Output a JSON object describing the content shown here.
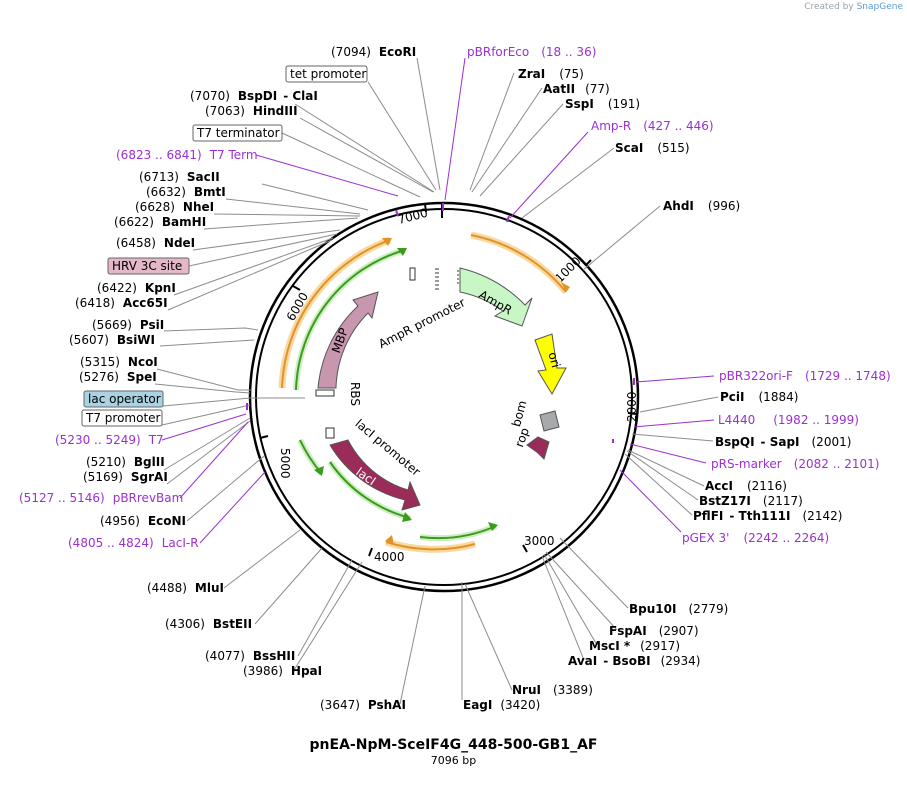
{
  "watermark": {
    "prefix": "Created by",
    "brand": "SnapGene"
  },
  "plasmid": {
    "name": "pnEA-NpM-SceIF4G_448-500-GB1_AF",
    "length_label": "7096 bp",
    "length": 7096
  },
  "ring_ticks": [
    "1000",
    "2000",
    "3000",
    "4000",
    "5000",
    "6000",
    "7000"
  ],
  "enzymes_left": [
    {
      "name": "EcoRI",
      "pos": "(7094)"
    },
    {
      "name": "BspDI",
      "extra": "- ClaI",
      "pos": "(7070)"
    },
    {
      "name": "HindIII",
      "pos": "(7063)"
    },
    {
      "name": "SacII",
      "pos": "(6713)"
    },
    {
      "name": "BmtI",
      "pos": "(6632)"
    },
    {
      "name": "NheI",
      "pos": "(6628)"
    },
    {
      "name": "BamHI",
      "pos": "(6622)"
    },
    {
      "name": "NdeI",
      "pos": "(6458)"
    },
    {
      "name": "KpnI",
      "pos": "(6422)"
    },
    {
      "name": "Acc65I",
      "pos": "(6418)"
    },
    {
      "name": "PsiI",
      "pos": "(5669)"
    },
    {
      "name": "BsiWI",
      "pos": "(5607)"
    },
    {
      "name": "NcoI",
      "pos": "(5315)"
    },
    {
      "name": "SpeI",
      "pos": "(5276)"
    },
    {
      "name": "BglII",
      "pos": "(5210)"
    },
    {
      "name": "SgrAI",
      "pos": "(5169)"
    },
    {
      "name": "EcoNI",
      "pos": "(4956)"
    },
    {
      "name": "MluI",
      "pos": "(4488)"
    },
    {
      "name": "BstEII",
      "pos": "(4306)"
    },
    {
      "name": "BssHII",
      "pos": "(4077)"
    },
    {
      "name": "HpaI",
      "pos": "(3986)"
    },
    {
      "name": "PshAI",
      "pos": "(3647)"
    },
    {
      "name": "EagI",
      "pos": "(3420)"
    }
  ],
  "enzymes_right": [
    {
      "name": "ZraI",
      "pos": "(75)"
    },
    {
      "name": "AatII",
      "pos": "(77)"
    },
    {
      "name": "SspI",
      "pos": "(191)"
    },
    {
      "name": "ScaI",
      "pos": "(515)"
    },
    {
      "name": "AhdI",
      "pos": "(996)"
    },
    {
      "name": "PciI",
      "pos": "(1884)"
    },
    {
      "name": "BspQI",
      "extra": "- SapI",
      "pos": "(2001)"
    },
    {
      "name": "AccI",
      "pos": "(2116)"
    },
    {
      "name": "BstZ17I",
      "pos": "(2117)"
    },
    {
      "name": "PflFI",
      "extra": "- Tth111I",
      "pos": "(2142)"
    },
    {
      "name": "Bpu10I",
      "pos": "(2779)"
    },
    {
      "name": "FspAI",
      "pos": "(2907)"
    },
    {
      "name": "MscI *",
      "pos": "(2917)"
    },
    {
      "name": "AvaI",
      "extra": "- BsoBI",
      "pos": "(2934)"
    },
    {
      "name": "NruI",
      "pos": "(3389)"
    }
  ],
  "primers": [
    {
      "name": "pBRforEco",
      "range": "(18 .. 36)"
    },
    {
      "name": "Amp-R",
      "range": "(427 .. 446)"
    },
    {
      "name": "pBR322ori-F",
      "range": "(1729 .. 1748)"
    },
    {
      "name": "L4440",
      "range": "(1982 .. 1999)"
    },
    {
      "name": "pRS-marker",
      "range": "(2082 .. 2101)"
    },
    {
      "name": "pGEX 3'",
      "range": "(2242 .. 2264)"
    },
    {
      "name": "T7 Term",
      "range": "(6823 .. 6841)"
    },
    {
      "name": "T7",
      "range": "(5230 .. 5249)"
    },
    {
      "name": "pBRrevBam",
      "range": "(5127 .. 5146)"
    },
    {
      "name": "LacI-R",
      "range": "(4805 .. 4824)"
    }
  ],
  "boxed_features": [
    {
      "name": "tet promoter",
      "fill": "#ffffff"
    },
    {
      "name": "T7 terminator",
      "fill": "#ffffff"
    },
    {
      "name": "HRV 3C site",
      "fill": "#e4b8c8"
    },
    {
      "name": "lac operator",
      "fill": "#a9d3e3"
    },
    {
      "name": "T7 promoter",
      "fill": "#ffffff"
    }
  ],
  "inner_features": [
    {
      "name": "AmpR promoter"
    },
    {
      "name": "AmpR",
      "color": "#c8f7c5"
    },
    {
      "name": "ori",
      "color": "#ffff00"
    },
    {
      "name": "bom",
      "color": "#a7a9ac"
    },
    {
      "name": "rop",
      "color": "#9b2c5a"
    },
    {
      "name": "lacI promoter"
    },
    {
      "name": "lacI",
      "color": "#9b2c5a"
    },
    {
      "name": "MBP",
      "color": "#c996b0"
    },
    {
      "name": "RBS"
    }
  ],
  "colors": {
    "primer": "#9b30d0",
    "orf_orange": "#f5a623",
    "orf_green": "#3c9b1e",
    "backbone": "#000000"
  }
}
